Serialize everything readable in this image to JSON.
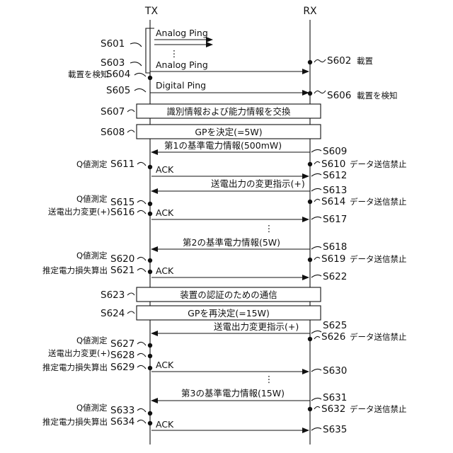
{
  "lifelines": {
    "tx": "TX",
    "rx": "RX"
  },
  "steps": {
    "s601": "S601",
    "s602": "S602",
    "s603": "S603",
    "s604": "S604",
    "s605": "S605",
    "s606": "S606",
    "s607": "S607",
    "s608": "S608",
    "s609": "S609",
    "s610": "S610",
    "s611": "S611",
    "s612": "S612",
    "s613": "S613",
    "s614": "S614",
    "s615": "S615",
    "s616": "S616",
    "s617": "S617",
    "s618": "S618",
    "s619": "S619",
    "s620": "S620",
    "s621": "S621",
    "s622": "S622",
    "s623": "S623",
    "s624": "S624",
    "s625": "S625",
    "s626": "S626",
    "s627": "S627",
    "s628": "S628",
    "s629": "S629",
    "s630": "S630",
    "s631": "S631",
    "s632": "S632",
    "s633": "S633",
    "s634": "S634",
    "s635": "S635"
  },
  "messages": {
    "analog_ping": "Analog Ping",
    "digital_ping": "Digital Ping",
    "first_ref_power": "第1の基準電力情報(500mW)",
    "second_ref_power": "第2の基準電力情報(5W)",
    "third_ref_power": "第3の基準電力情報(15W)",
    "ack": "ACK",
    "power_change_instruction": "送電出力の変更指示(+)",
    "power_change_instruction_2": "送電出力変更指示(+)"
  },
  "bars": {
    "s607": "識別情報および能力情報を交換",
    "s608": "GPを決定(=5W)",
    "s623": "装置の認証のための通信",
    "s624": "GPを再決定(=15W)"
  },
  "notes": {
    "placement": "載置",
    "placement_detected": "載置を検知",
    "data_tx_prohibited": "データ送信禁止",
    "q_measurement": "Q値測定",
    "power_output_change": "送電出力変更(+)",
    "estimated_loss_calc": "推定電力損失算出"
  },
  "ellipsis": "⋮"
}
